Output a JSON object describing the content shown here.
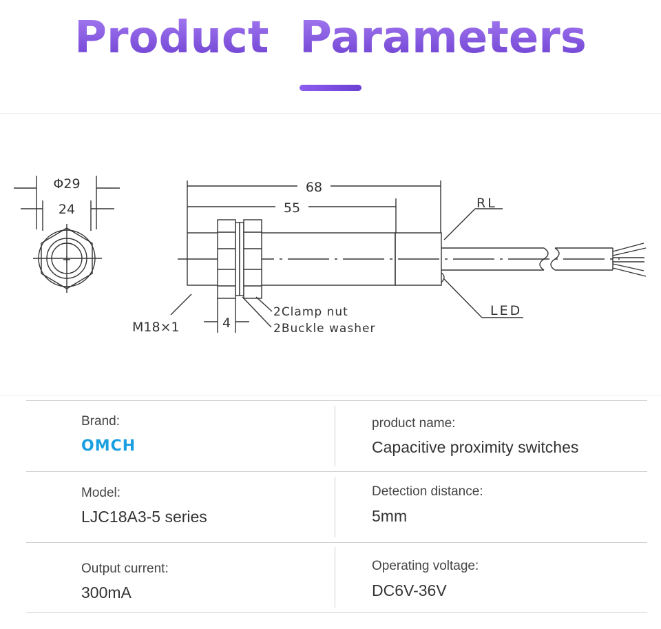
{
  "header": {
    "title": "Product  Parameters"
  },
  "diagram": {
    "end_view": {
      "outer_diameter": "Φ29",
      "inner_size": "24"
    },
    "side_view": {
      "total_length": "68",
      "body_length": "55",
      "thread": "M18×1",
      "nut_width": "4",
      "clamp_nut": "2Clamp nut",
      "buckle_washer": "2Buckle washer",
      "rl_label": "RL",
      "led_label": "LED"
    }
  },
  "params": {
    "rows": [
      {
        "left": {
          "label": "Brand:",
          "value": "OMCH",
          "is_logo": true
        },
        "right": {
          "label": "product name:",
          "value": "Capacitive proximity switches"
        }
      },
      {
        "left": {
          "label": "Model:",
          "value": "LJC18A3-5 series"
        },
        "right": {
          "label": "Detection distance:",
          "value": "5mm"
        }
      },
      {
        "left": {
          "label": "Output current:",
          "value": "300mA"
        },
        "right": {
          "label": "Operating voltage:",
          "value": "DC6V-36V"
        }
      }
    ]
  },
  "colors": {
    "title_gradient_top": "#a77cf2",
    "title_gradient_bottom": "#6a3ed0",
    "brand_blue": "#1a9fe0"
  }
}
